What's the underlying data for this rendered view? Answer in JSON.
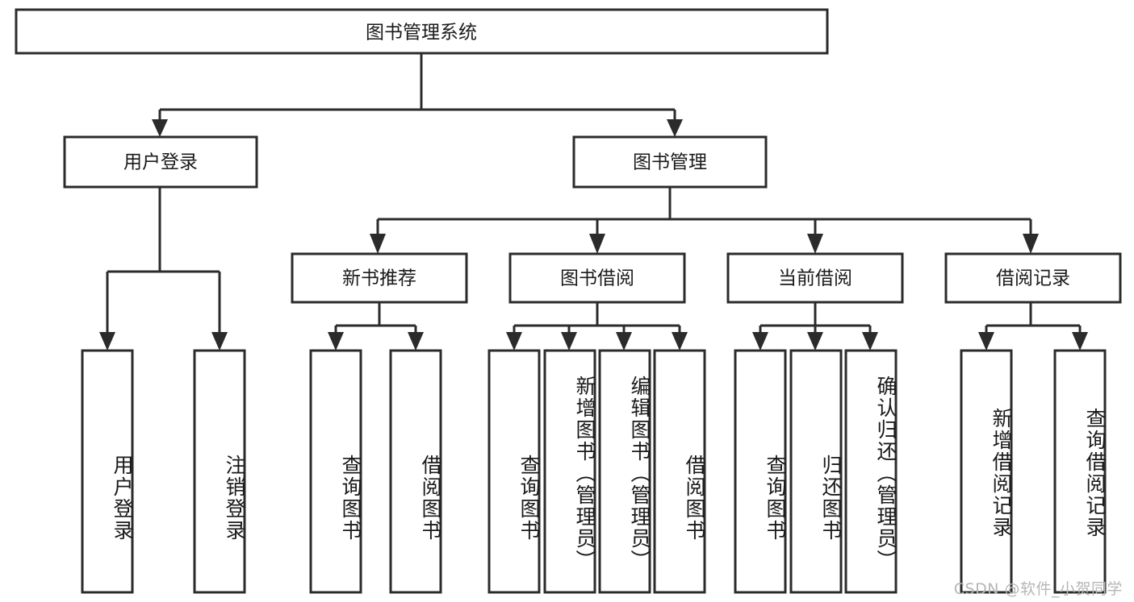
{
  "diagram": {
    "type": "tree-hierarchy",
    "title": "图书管理系统",
    "orientation": "top-down",
    "watermark": "CSDN @软件_小贺同学",
    "colors": {
      "box_stroke": "#2b2b2b",
      "box_fill": "#ffffff",
      "connector": "#2b2b2b",
      "text": "#1a1a1a",
      "watermark": "#b6b6b6",
      "background": "#ffffff"
    },
    "root": {
      "label": "图书管理系统"
    },
    "level2": [
      {
        "label": "用户登录"
      },
      {
        "label": "图书管理"
      }
    ],
    "level3": [
      {
        "label": "新书推荐"
      },
      {
        "label": "图书借阅"
      },
      {
        "label": "当前借阅"
      },
      {
        "label": "借阅记录"
      }
    ],
    "leaves": {
      "user_login": [
        {
          "label": "用户登录"
        },
        {
          "label": "注销登录"
        }
      ],
      "new_book_recommend": [
        {
          "label": "查询图书"
        },
        {
          "label": "借阅图书"
        }
      ],
      "book_borrow": [
        {
          "label": "查询图书"
        },
        {
          "label": "新增图书（管理员）"
        },
        {
          "label": "编辑图书（管理员）"
        },
        {
          "label": "借阅图书"
        }
      ],
      "current_borrow": [
        {
          "label": "查询图书"
        },
        {
          "label": "归还图书"
        },
        {
          "label": "确认归还（管理员）"
        }
      ],
      "borrow_record": [
        {
          "label": "新增借阅记录"
        },
        {
          "label": "查询借阅记录"
        }
      ]
    }
  }
}
